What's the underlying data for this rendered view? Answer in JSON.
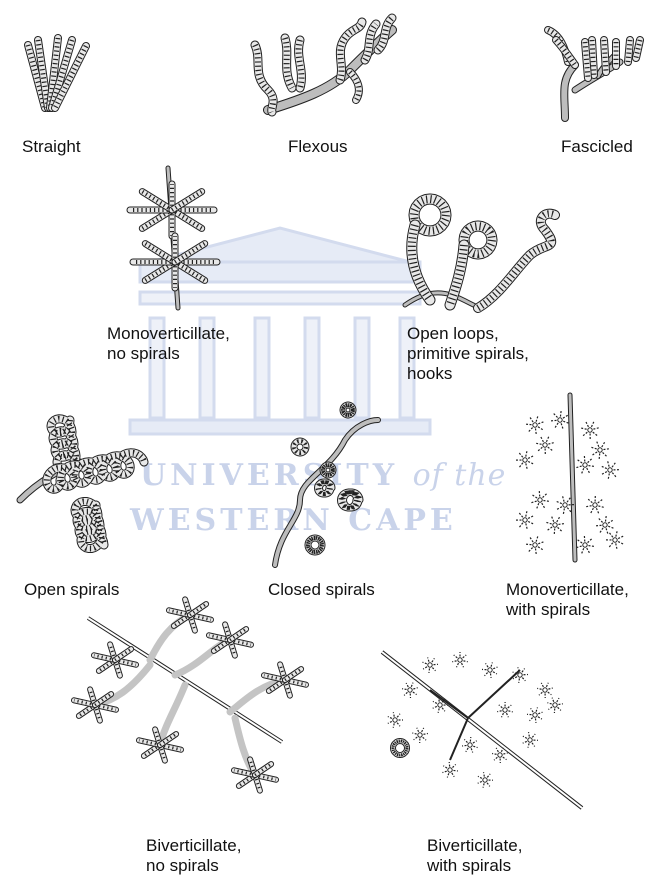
{
  "figure": {
    "labels": {
      "straight": [
        "Straight"
      ],
      "flexous": [
        "Flexous"
      ],
      "fascicled": [
        "Fascicled"
      ],
      "monoverticillate_no_spirals": [
        "Monoverticillate,",
        "no spirals"
      ],
      "open_loops": [
        "Open loops,",
        "primitive spirals,",
        "hooks"
      ],
      "open_spirals": [
        "Open spirals"
      ],
      "closed_spirals": [
        "Closed spirals"
      ],
      "monoverticillate_with_spirals": [
        "Monoverticillate,",
        "with spirals"
      ],
      "biverticillate_no_spirals": [
        "Biverticillate,",
        "no spirals"
      ],
      "biverticillate_with_spirals": [
        "Biverticillate,",
        "with spirals"
      ]
    }
  },
  "watermark": {
    "line1": "UNIVERSITY",
    "line1_italic": "of the",
    "line2": "WESTERN CAPE",
    "color": "#c9d3ea"
  },
  "colors": {
    "stroke": "#222222",
    "hypha_fill": "#bdbdbd",
    "light_gray": "#c4c4c4"
  }
}
